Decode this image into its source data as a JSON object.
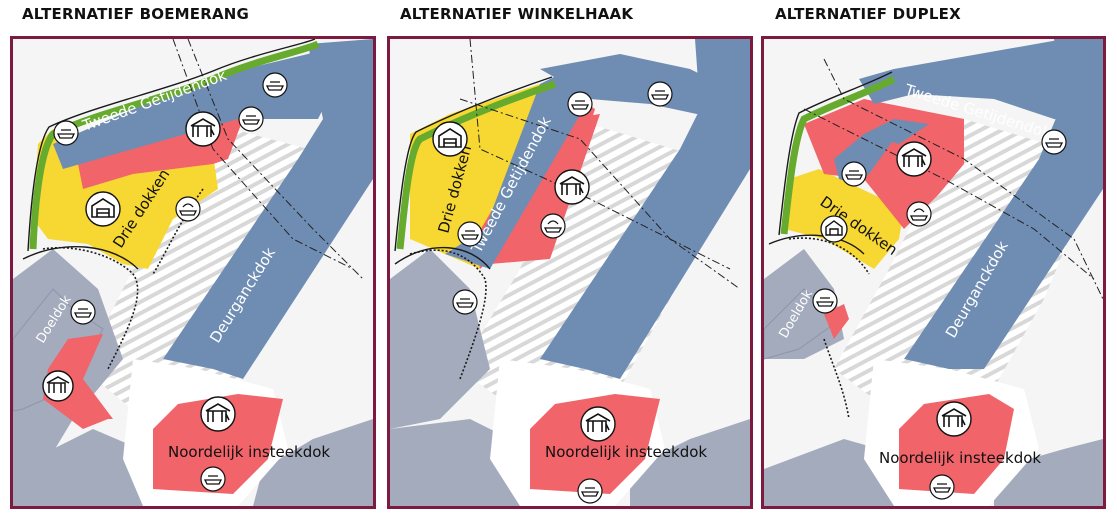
{
  "panels": [
    {
      "title": "ALTERNATIEF BOEMERANG",
      "labels": {
        "tweede_getijdendok": "Tweede Getijdendok",
        "drie_dokken": "Drie dokken",
        "deurganckdok": "Deurganckdok",
        "doeldok": "Doeldok",
        "noordelijk_insteekdok": "Noordelijk insteekdok"
      }
    },
    {
      "title": "ALTERNATIEF WINKELHAAK",
      "labels": {
        "tweede_getijdendok": "Tweede Getijdendok",
        "drie_dokken": "Drie dokken",
        "noordelijk_insteekdok": "Noordelijk insteekdok"
      }
    },
    {
      "title": "ALTERNATIEF DUPLEX",
      "labels": {
        "tweede_getijdendok": "Tweede Getijdendok",
        "drie_dokken": "Drie dokken",
        "deurganckdok": "Deurganckdok",
        "doeldok": "Doeldok",
        "noordelijk_insteekdok": "Noordelijk insteekdok"
      }
    }
  ],
  "colors": {
    "frame": "#7d1a3f",
    "dock_water": "#6f8db3",
    "container_terminal": "#f0646a",
    "multipurpose_terminal": "#f7d832",
    "green_dike": "#66aa2e",
    "quay_grey": "#a4abbd",
    "hatch": "#d8d8d8"
  },
  "icons": [
    "crane-icon",
    "ship-icon",
    "warehouse-icon",
    "bulk-ship-icon"
  ]
}
